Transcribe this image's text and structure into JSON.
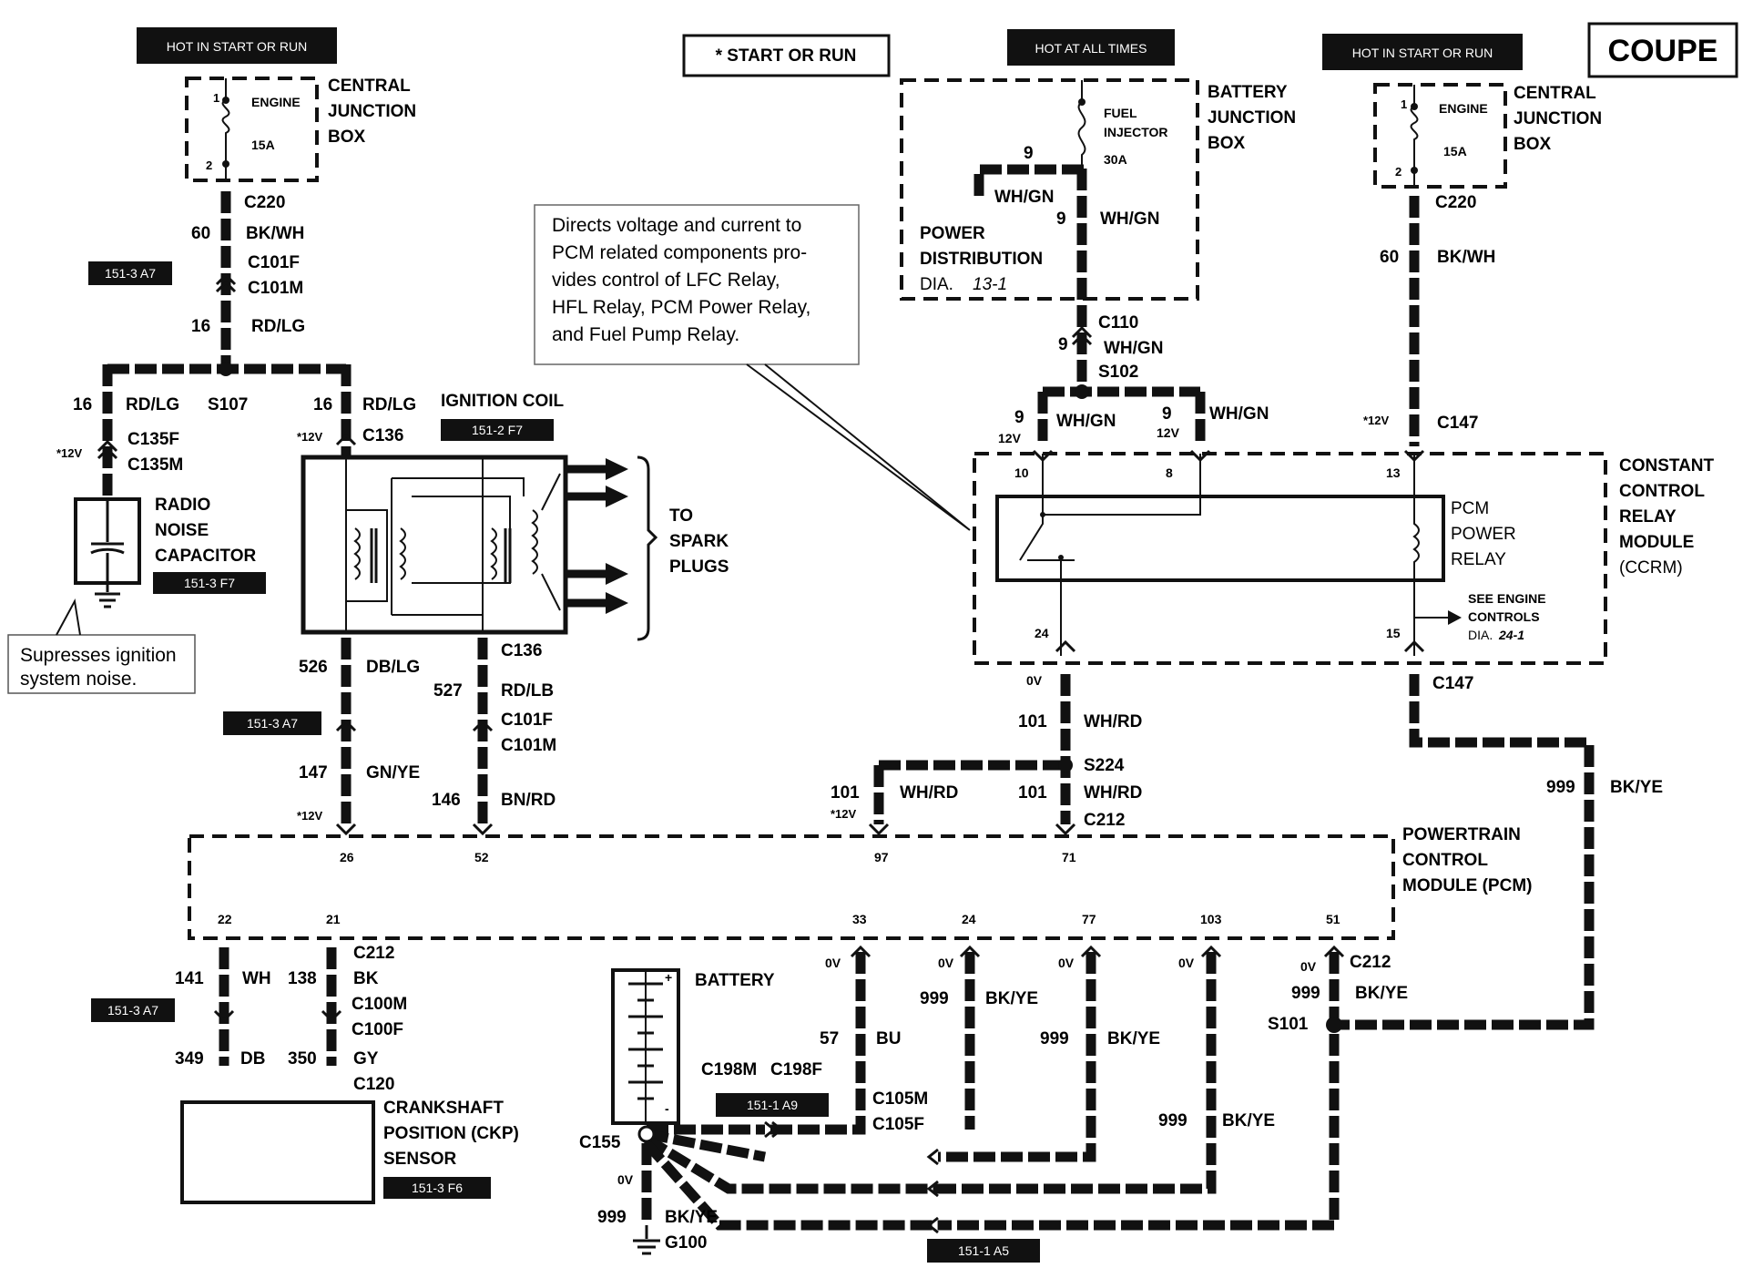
{
  "title": "COUPE",
  "legend_note": "* START OR RUN",
  "headers": {
    "left": "HOT IN START OR RUN",
    "center": "HOT AT ALL TIMES",
    "right": "HOT IN START OR RUN"
  },
  "cjb_left": {
    "fuse": "ENGINE",
    "amps": "15A",
    "pin1": "1",
    "pin2": "2",
    "name1": "CENTRAL",
    "name2": "JUNCTION",
    "name3": "BOX"
  },
  "cjb_right": {
    "fuse": "ENGINE",
    "amps": "15A",
    "pin1": "1",
    "pin2": "2",
    "name1": "CENTRAL",
    "name2": "JUNCTION",
    "name3": "BOX"
  },
  "bjb": {
    "fuse1": "FUEL",
    "fuse2": "INJECTOR",
    "amps": "30A",
    "name1": "BATTERY",
    "name2": "JUNCTION",
    "name3": "BOX",
    "pd1": "POWER",
    "pd2": "DISTRIBUTION",
    "pd3": "DIA.",
    "pd3n": "13-1"
  },
  "callout_ccrm": [
    "Directs voltage and current to",
    "PCM related components pro-",
    "vides control of LFC Relay,",
    "HFL Relay, PCM Power Relay,",
    "and Fuel Pump Relay."
  ],
  "callout_cap": [
    "Supresses ignition",
    "system noise."
  ],
  "components": {
    "ignition_coil": "IGNITION COIL",
    "spark": [
      "TO",
      "SPARK",
      "PLUGS"
    ],
    "radio_cap": [
      "RADIO",
      "NOISE",
      "CAPACITOR"
    ],
    "ccrm": [
      "CONSTANT",
      "CONTROL",
      "RELAY",
      "MODULE",
      "(CCRM)"
    ],
    "pcm_relay": [
      "PCM",
      "POWER",
      "RELAY"
    ],
    "see_engine": [
      "SEE ENGINE",
      "CONTROLS",
      "DIA."
    ],
    "see_engine_n": "24-1",
    "pcm": [
      "POWERTRAIN",
      "CONTROL",
      "MODULE (PCM)"
    ],
    "battery": "BATTERY",
    "ckp": [
      "CRANKSHAFT",
      "POSITION (CKP)",
      "SENSOR"
    ]
  },
  "refs": [
    "151-3 A7",
    "151-2 F7",
    "151-3 F7",
    "151-3 A7",
    "151-3 A7",
    "151-3 F6",
    "151-1 A9",
    "151-1 A5"
  ],
  "labels": [
    {
      "t": "C220"
    },
    {
      "t": "60"
    },
    {
      "t": "BK/WH"
    },
    {
      "t": "C101F"
    },
    {
      "t": "C101M"
    },
    {
      "t": "16"
    },
    {
      "t": "RD/LG"
    },
    {
      "t": "16"
    },
    {
      "t": "RD/LG"
    },
    {
      "t": "S107"
    },
    {
      "t": "16"
    },
    {
      "t": "RD/LG"
    },
    {
      "t": "*12V"
    },
    {
      "t": "C136"
    },
    {
      "t": "*12V"
    },
    {
      "t": "C135F"
    },
    {
      "t": "C135M"
    },
    {
      "t": "526"
    },
    {
      "t": "DB/LG"
    },
    {
      "t": "527"
    },
    {
      "t": "RD/LB"
    },
    {
      "t": "C136"
    },
    {
      "t": "C101F"
    },
    {
      "t": "C101M"
    },
    {
      "t": "147"
    },
    {
      "t": "GN/YE"
    },
    {
      "t": "146"
    },
    {
      "t": "BN/RD"
    },
    {
      "t": "*12V"
    },
    {
      "t": "9"
    },
    {
      "t": "WH/GN"
    },
    {
      "t": "9"
    },
    {
      "t": "WH/GN"
    },
    {
      "t": "C110"
    },
    {
      "t": "9"
    },
    {
      "t": "WH/GN"
    },
    {
      "t": "S102"
    },
    {
      "t": "9"
    },
    {
      "t": "12V"
    },
    {
      "t": "WH/GN"
    },
    {
      "t": "9"
    },
    {
      "t": "12V"
    },
    {
      "t": "WH/GN"
    },
    {
      "t": "10"
    },
    {
      "t": "8"
    },
    {
      "t": "13"
    },
    {
      "t": "24"
    },
    {
      "t": "15"
    },
    {
      "t": "C220"
    },
    {
      "t": "60"
    },
    {
      "t": "BK/WH"
    },
    {
      "t": "*12V"
    },
    {
      "t": "C147"
    },
    {
      "t": "0V"
    },
    {
      "t": "C147"
    },
    {
      "t": "101"
    },
    {
      "t": "WH/RD"
    },
    {
      "t": "S224"
    },
    {
      "t": "101"
    },
    {
      "t": "WH/RD"
    },
    {
      "t": "*12V"
    },
    {
      "t": "101"
    },
    {
      "t": "WH/RD"
    },
    {
      "t": "C212"
    },
    {
      "t": "999"
    },
    {
      "t": "BK/YE"
    },
    {
      "t": "26"
    },
    {
      "t": "52"
    },
    {
      "t": "97"
    },
    {
      "t": "71"
    },
    {
      "t": "22"
    },
    {
      "t": "21"
    },
    {
      "t": "33"
    },
    {
      "t": "24"
    },
    {
      "t": "77"
    },
    {
      "t": "103"
    },
    {
      "t": "51"
    },
    {
      "t": "141"
    },
    {
      "t": "WH"
    },
    {
      "t": "138"
    },
    {
      "t": "BK"
    },
    {
      "t": "C212"
    },
    {
      "t": "C100M"
    },
    {
      "t": "C100F"
    },
    {
      "t": "349"
    },
    {
      "t": "DB"
    },
    {
      "t": "350"
    },
    {
      "t": "GY"
    },
    {
      "t": "C120"
    },
    {
      "t": "0V"
    },
    {
      "t": "0V"
    },
    {
      "t": "0V"
    },
    {
      "t": "0V"
    },
    {
      "t": "0V"
    },
    {
      "t": "C212"
    },
    {
      "t": "999"
    },
    {
      "t": "BK/YE"
    },
    {
      "t": "999"
    },
    {
      "t": "BK/YE"
    },
    {
      "t": "999"
    },
    {
      "t": "BK/YE"
    },
    {
      "t": "S101"
    },
    {
      "t": "57"
    },
    {
      "t": "BU"
    },
    {
      "t": "C198M"
    },
    {
      "t": "C198F"
    },
    {
      "t": "C105M"
    },
    {
      "t": "C105F"
    },
    {
      "t": "999"
    },
    {
      "t": "BK/YE"
    },
    {
      "t": "C155"
    },
    {
      "t": "0V"
    },
    {
      "t": "999"
    },
    {
      "t": "BK/YE"
    },
    {
      "t": "G100"
    }
  ]
}
